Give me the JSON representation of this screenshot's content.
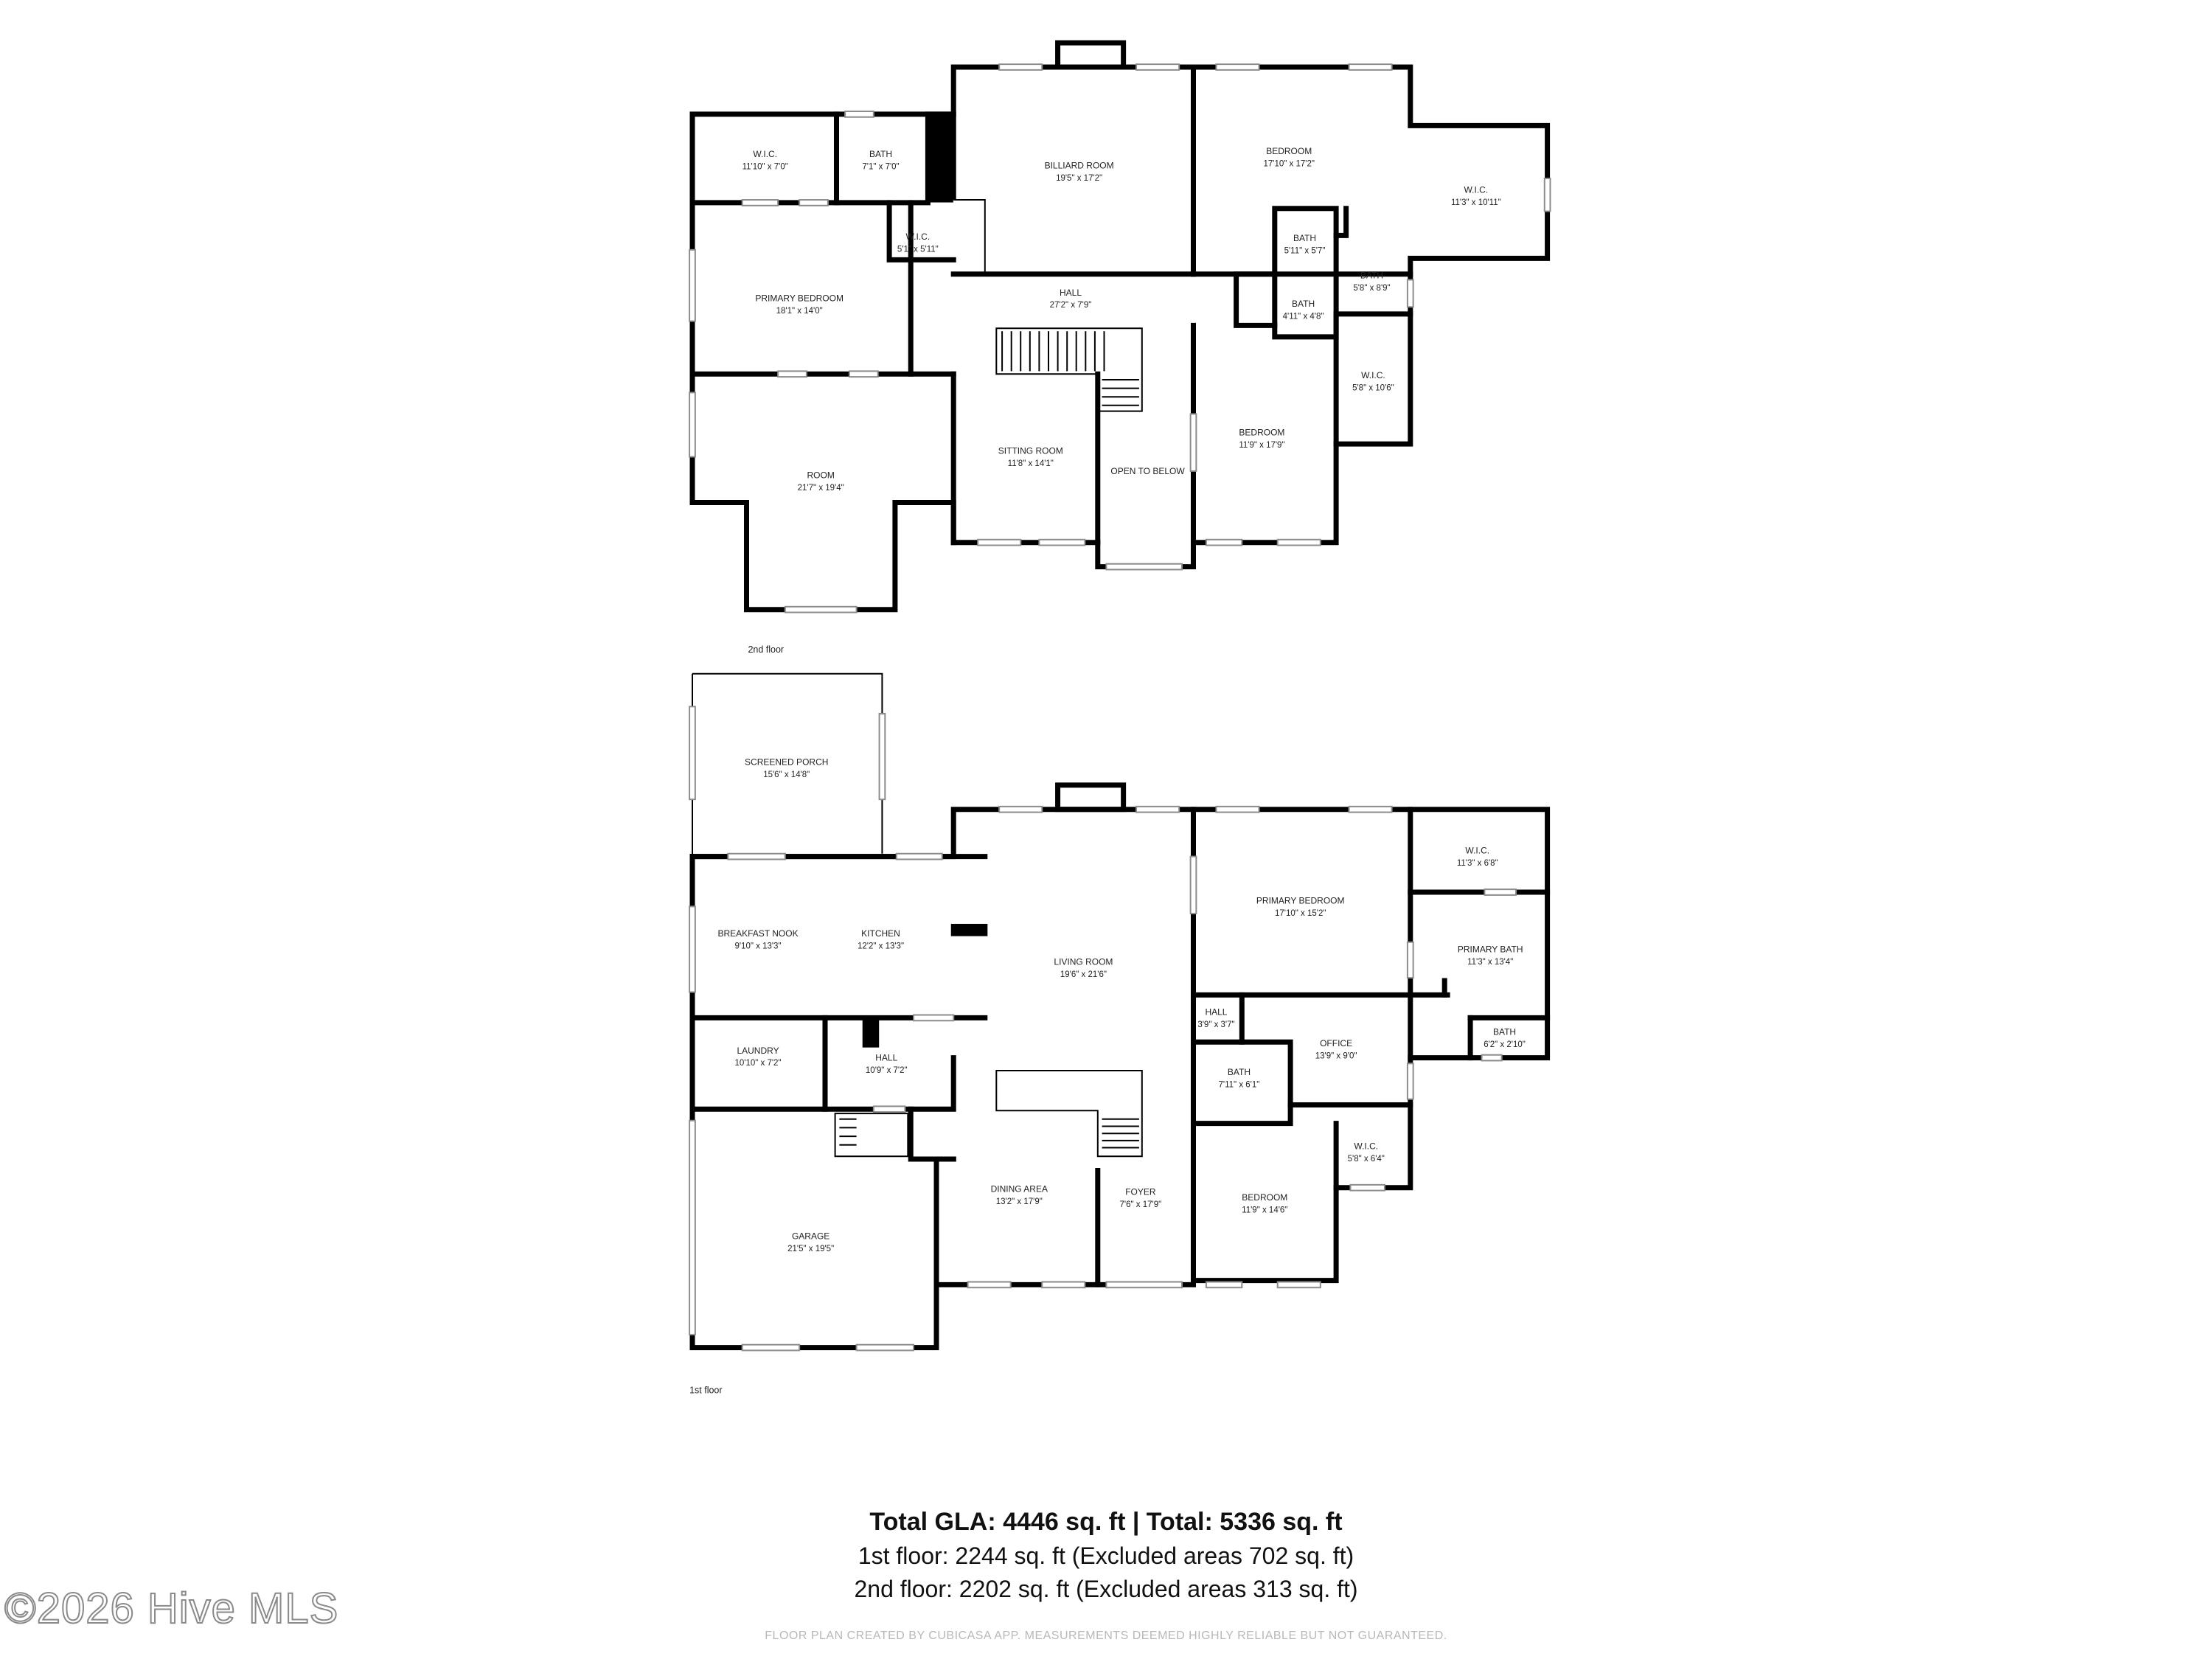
{
  "floors": {
    "second": {
      "label": "2nd floor",
      "rooms": [
        {
          "name": "W.I.C.",
          "dims": "11'10\" x 7'0\""
        },
        {
          "name": "BATH",
          "dims": "7'1\" x 7'0\""
        },
        {
          "name": "BILLIARD ROOM",
          "dims": "19'5\" x 17'2\""
        },
        {
          "name": "BEDROOM",
          "dims": "17'10\" x 17'2\""
        },
        {
          "name": "W.I.C.",
          "dims": "11'3\" x 10'11\""
        },
        {
          "name": "W.I.C.",
          "dims": "5'1\" x 5'11\""
        },
        {
          "name": "BATH",
          "dims": "5'11\" x 5'7\""
        },
        {
          "name": "BATH",
          "dims": "5'8\" x 8'9\""
        },
        {
          "name": "PRIMARY BEDROOM",
          "dims": "18'1\" x 14'0\""
        },
        {
          "name": "HALL",
          "dims": "27'2\" x 7'9\""
        },
        {
          "name": "BATH",
          "dims": "4'11\" x 4'8\""
        },
        {
          "name": "W.I.C.",
          "dims": "5'8\" x 10'6\""
        },
        {
          "name": "ROOM",
          "dims": "21'7\" x 19'4\""
        },
        {
          "name": "SITTING ROOM",
          "dims": "11'8\" x 14'1\""
        },
        {
          "name": "OPEN TO BELOW",
          "dims": ""
        },
        {
          "name": "BEDROOM",
          "dims": "11'9\" x 17'9\""
        }
      ]
    },
    "first": {
      "label": "1st floor",
      "rooms": [
        {
          "name": "SCREENED PORCH",
          "dims": "15'6\" x 14'8\""
        },
        {
          "name": "BREAKFAST NOOK",
          "dims": "9'10\" x 13'3\""
        },
        {
          "name": "KITCHEN",
          "dims": "12'2\" x 13'3\""
        },
        {
          "name": "LIVING ROOM",
          "dims": "19'6\" x 21'6\""
        },
        {
          "name": "PRIMARY BEDROOM",
          "dims": "17'10\" x 15'2\""
        },
        {
          "name": "W.I.C.",
          "dims": "11'3\" x 6'8\""
        },
        {
          "name": "PRIMARY BATH",
          "dims": "11'3\" x 13'4\""
        },
        {
          "name": "HALL",
          "dims": "3'9\" x 3'7\""
        },
        {
          "name": "OFFICE",
          "dims": "13'9\" x 9'0\""
        },
        {
          "name": "BATH",
          "dims": "6'2\" x 2'10\""
        },
        {
          "name": "LAUNDRY",
          "dims": "10'10\" x 7'2\""
        },
        {
          "name": "HALL",
          "dims": "10'9\" x 7'2\""
        },
        {
          "name": "BATH",
          "dims": "7'11\" x 6'1\""
        },
        {
          "name": "W.I.C.",
          "dims": "5'8\" x 6'4\""
        },
        {
          "name": "DINING AREA",
          "dims": "13'2\" x 17'9\""
        },
        {
          "name": "FOYER",
          "dims": "7'6\" x 17'9\""
        },
        {
          "name": "BEDROOM",
          "dims": "11'9\" x 14'6\""
        },
        {
          "name": "GARAGE",
          "dims": "21'5\" x 19'5\""
        }
      ]
    }
  },
  "summary": {
    "total": "Total GLA: 4446 sq. ft | Total: 5336 sq. ft",
    "first_floor": "1st floor: 2244 sq. ft (Excluded areas 702 sq. ft)",
    "second_floor": "2nd floor: 2202 sq. ft (Excluded areas 313 sq. ft)"
  },
  "disclaimer": "FLOOR PLAN CREATED BY CUBICASA APP. MEASUREMENTS DEEMED HIGHLY RELIABLE BUT NOT GUARANTEED.",
  "watermark": "©2026 Hive MLS",
  "colors": {
    "wall": "#000000",
    "window": "#9a9a9a",
    "background": "#ffffff"
  }
}
